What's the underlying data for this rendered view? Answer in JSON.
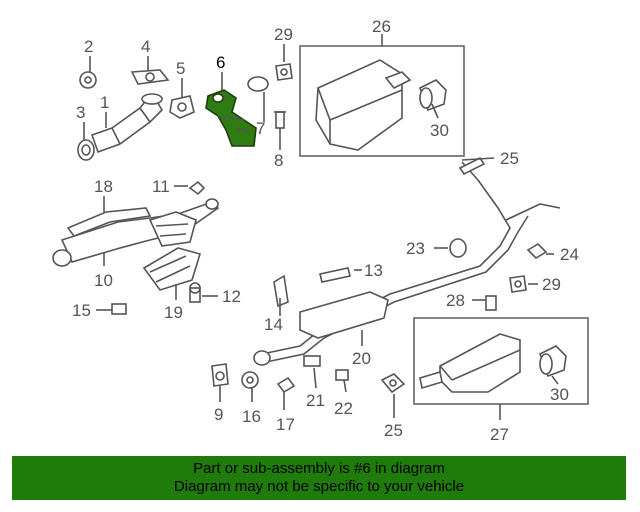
{
  "diagram": {
    "highlight_color": "#2f7d12",
    "callouts": {
      "c1": "1",
      "c2": "2",
      "c3": "3",
      "c4": "4",
      "c5": "5",
      "c6": "6",
      "c7": "7",
      "c8": "8",
      "c9": "9",
      "c10": "10",
      "c11": "11",
      "c12": "12",
      "c13": "13",
      "c14": "14",
      "c15": "15",
      "c16": "16",
      "c17": "17",
      "c18": "18",
      "c19": "19",
      "c20": "20",
      "c21": "21",
      "c22": "22",
      "c23": "23",
      "c24": "24",
      "c25a": "25",
      "c25b": "25",
      "c26": "26",
      "c27": "27",
      "c28": "28",
      "c29a": "29",
      "c29b": "29",
      "c30a": "30",
      "c30b": "30"
    }
  },
  "footer": {
    "line1": "Part or sub-assembly is #6 in diagram",
    "line2": "Diagram may not be specific to your vehicle",
    "background": "#1f7b0a"
  }
}
